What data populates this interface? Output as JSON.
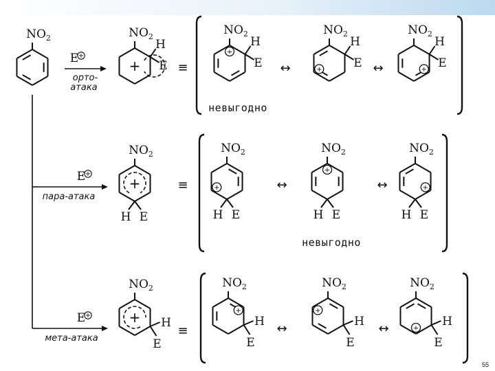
{
  "labels": {
    "no2": "NO",
    "no2_sub": "2",
    "h": "H",
    "e": "E",
    "electrophile": "E",
    "charge_plus": "+",
    "equiv": "≡",
    "resonance": "↔"
  },
  "attacks": {
    "ortho_1": "орто-",
    "ortho_2": "атака",
    "para": "пара-атака",
    "meta": "мета-атака"
  },
  "notes": {
    "unfavorable_ortho": "невыгодно",
    "unfavorable_para": "невыгодно"
  },
  "page_number": "55"
}
